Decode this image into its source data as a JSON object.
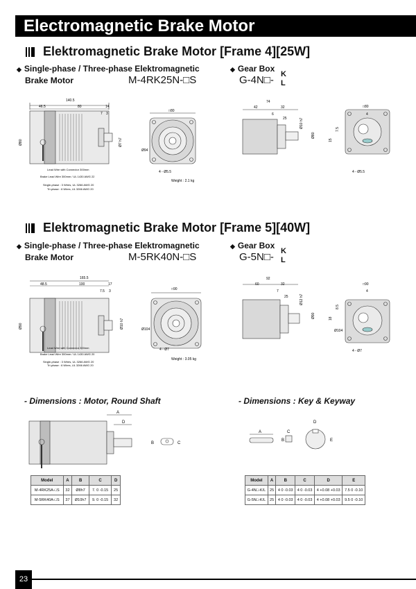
{
  "header": {
    "title": "Electromagnetic Brake Motor"
  },
  "frame4": {
    "title": "Elektromagnetic Brake Motor [Frame 4][25W]",
    "motor_label": "Single-phase / Three-phase Elektromagnetic",
    "motor_label2": "Brake Motor",
    "motor_model": "M-4RK25N-□S",
    "gear_label": "Gear Box",
    "gear_model": "G-4N□-",
    "k": "K",
    "l": "L",
    "dims": {
      "d1": "140.5",
      "d2": "46.5",
      "d3": "80",
      "d4": "14",
      "d5": "7",
      "d6": "3",
      "h": "Ø80",
      "shaft": "Ø7 h7",
      "wire1": "Lead Wire with Connector 300mm",
      "wire2": "Brake Lead Wire 300mm  /  UL 1430 AWG 22",
      "wire3": "Single-phase : 3 Wires, UL 3266 AWG 20",
      "wire4": "Tri-phase : 6 Wires, UL 3266 AWG 20",
      "sq": "□80",
      "hole": "4 - Ø5.5",
      "pcd": "Ø94",
      "weight": "Weight : 2.1 kg",
      "g1": "74",
      "g2": "42",
      "g3": "32",
      "g4": "6",
      "g5": "25",
      "g6": "Ø80",
      "g7": "Ø10 h7",
      "g8": "□80",
      "g9": "4 - Ø5.5",
      "g10": "4",
      "g11": "7.5",
      "g12": "15"
    }
  },
  "frame5": {
    "title": "Elektromagnetic Brake Motor [Frame 5][40W]",
    "motor_label": "Single-phase / Three-phase Elektromagnetic",
    "motor_label2": "Brake Motor",
    "motor_model": "M-5RK40N-□S",
    "gear_label": "Gear Box",
    "gear_model": "G-5N□-",
    "k": "K",
    "l": "L",
    "dims": {
      "d1": "165.5",
      "d2": "48.5",
      "d3": "100",
      "d4": "17",
      "d5": "7.5",
      "d6": "3",
      "h": "Ø90",
      "shaft": "Ø10 h7",
      "wire1": "Lead Wire with Connector 300mm",
      "wire2": "Brake Lead Wire 300mm  /  UL 1430 AWG 20",
      "wire3": "Single-phase : 3 Wires, UL 3266 AWG 20",
      "wire4": "Tri-phase : 6 Wires, UL 3266 AWG 20",
      "sq": "□90",
      "hole": "4 - Ø7",
      "pcd": "Ø104",
      "weight": "Weight : 3.05 kg",
      "g1": "92",
      "g2": "60",
      "g3": "32",
      "g4": "7",
      "g5": "25",
      "g6": "Ø90",
      "g7": "Ø12 h7",
      "g8": "□90",
      "g9": "4 - Ø7",
      "g10": "4",
      "g11": "8.5",
      "g12": "18",
      "g13": "Ø104"
    }
  },
  "dim_motor": {
    "title": "- Dimensions : Motor, Round Shaft",
    "labels": {
      "a": "A",
      "b": "B",
      "c": "C",
      "d": "D"
    },
    "headers": [
      "Model",
      "A",
      "B",
      "C",
      "D"
    ],
    "rows": [
      [
        "M-4RK25A-□S",
        "32",
        "Ø8h7",
        "7.  0 -0.15",
        "25"
      ],
      [
        "M-5RK40A-□S",
        "37",
        "Ø10h7",
        "9.  0 -0.15",
        "32"
      ]
    ]
  },
  "dim_key": {
    "title": "- Dimensions : Key & Keyway",
    "labels": {
      "a": "A",
      "b": "B",
      "c": "C",
      "d": "D",
      "e": "E"
    },
    "headers": [
      "Model",
      "A",
      "B",
      "C",
      "D",
      "E"
    ],
    "rows": [
      [
        "G-4N□-K/L",
        "25",
        "4  0 -0.03",
        "4  0 -0.03",
        "4 +0.08 +0.03",
        "7.5  0 -0.10"
      ],
      [
        "G-5N□-K/L",
        "25",
        "4  0 -0.03",
        "4  0 -0.03",
        "4 +0.08 +0.03",
        "9.5  0 -0.10"
      ]
    ]
  },
  "footer": {
    "page": "23"
  }
}
